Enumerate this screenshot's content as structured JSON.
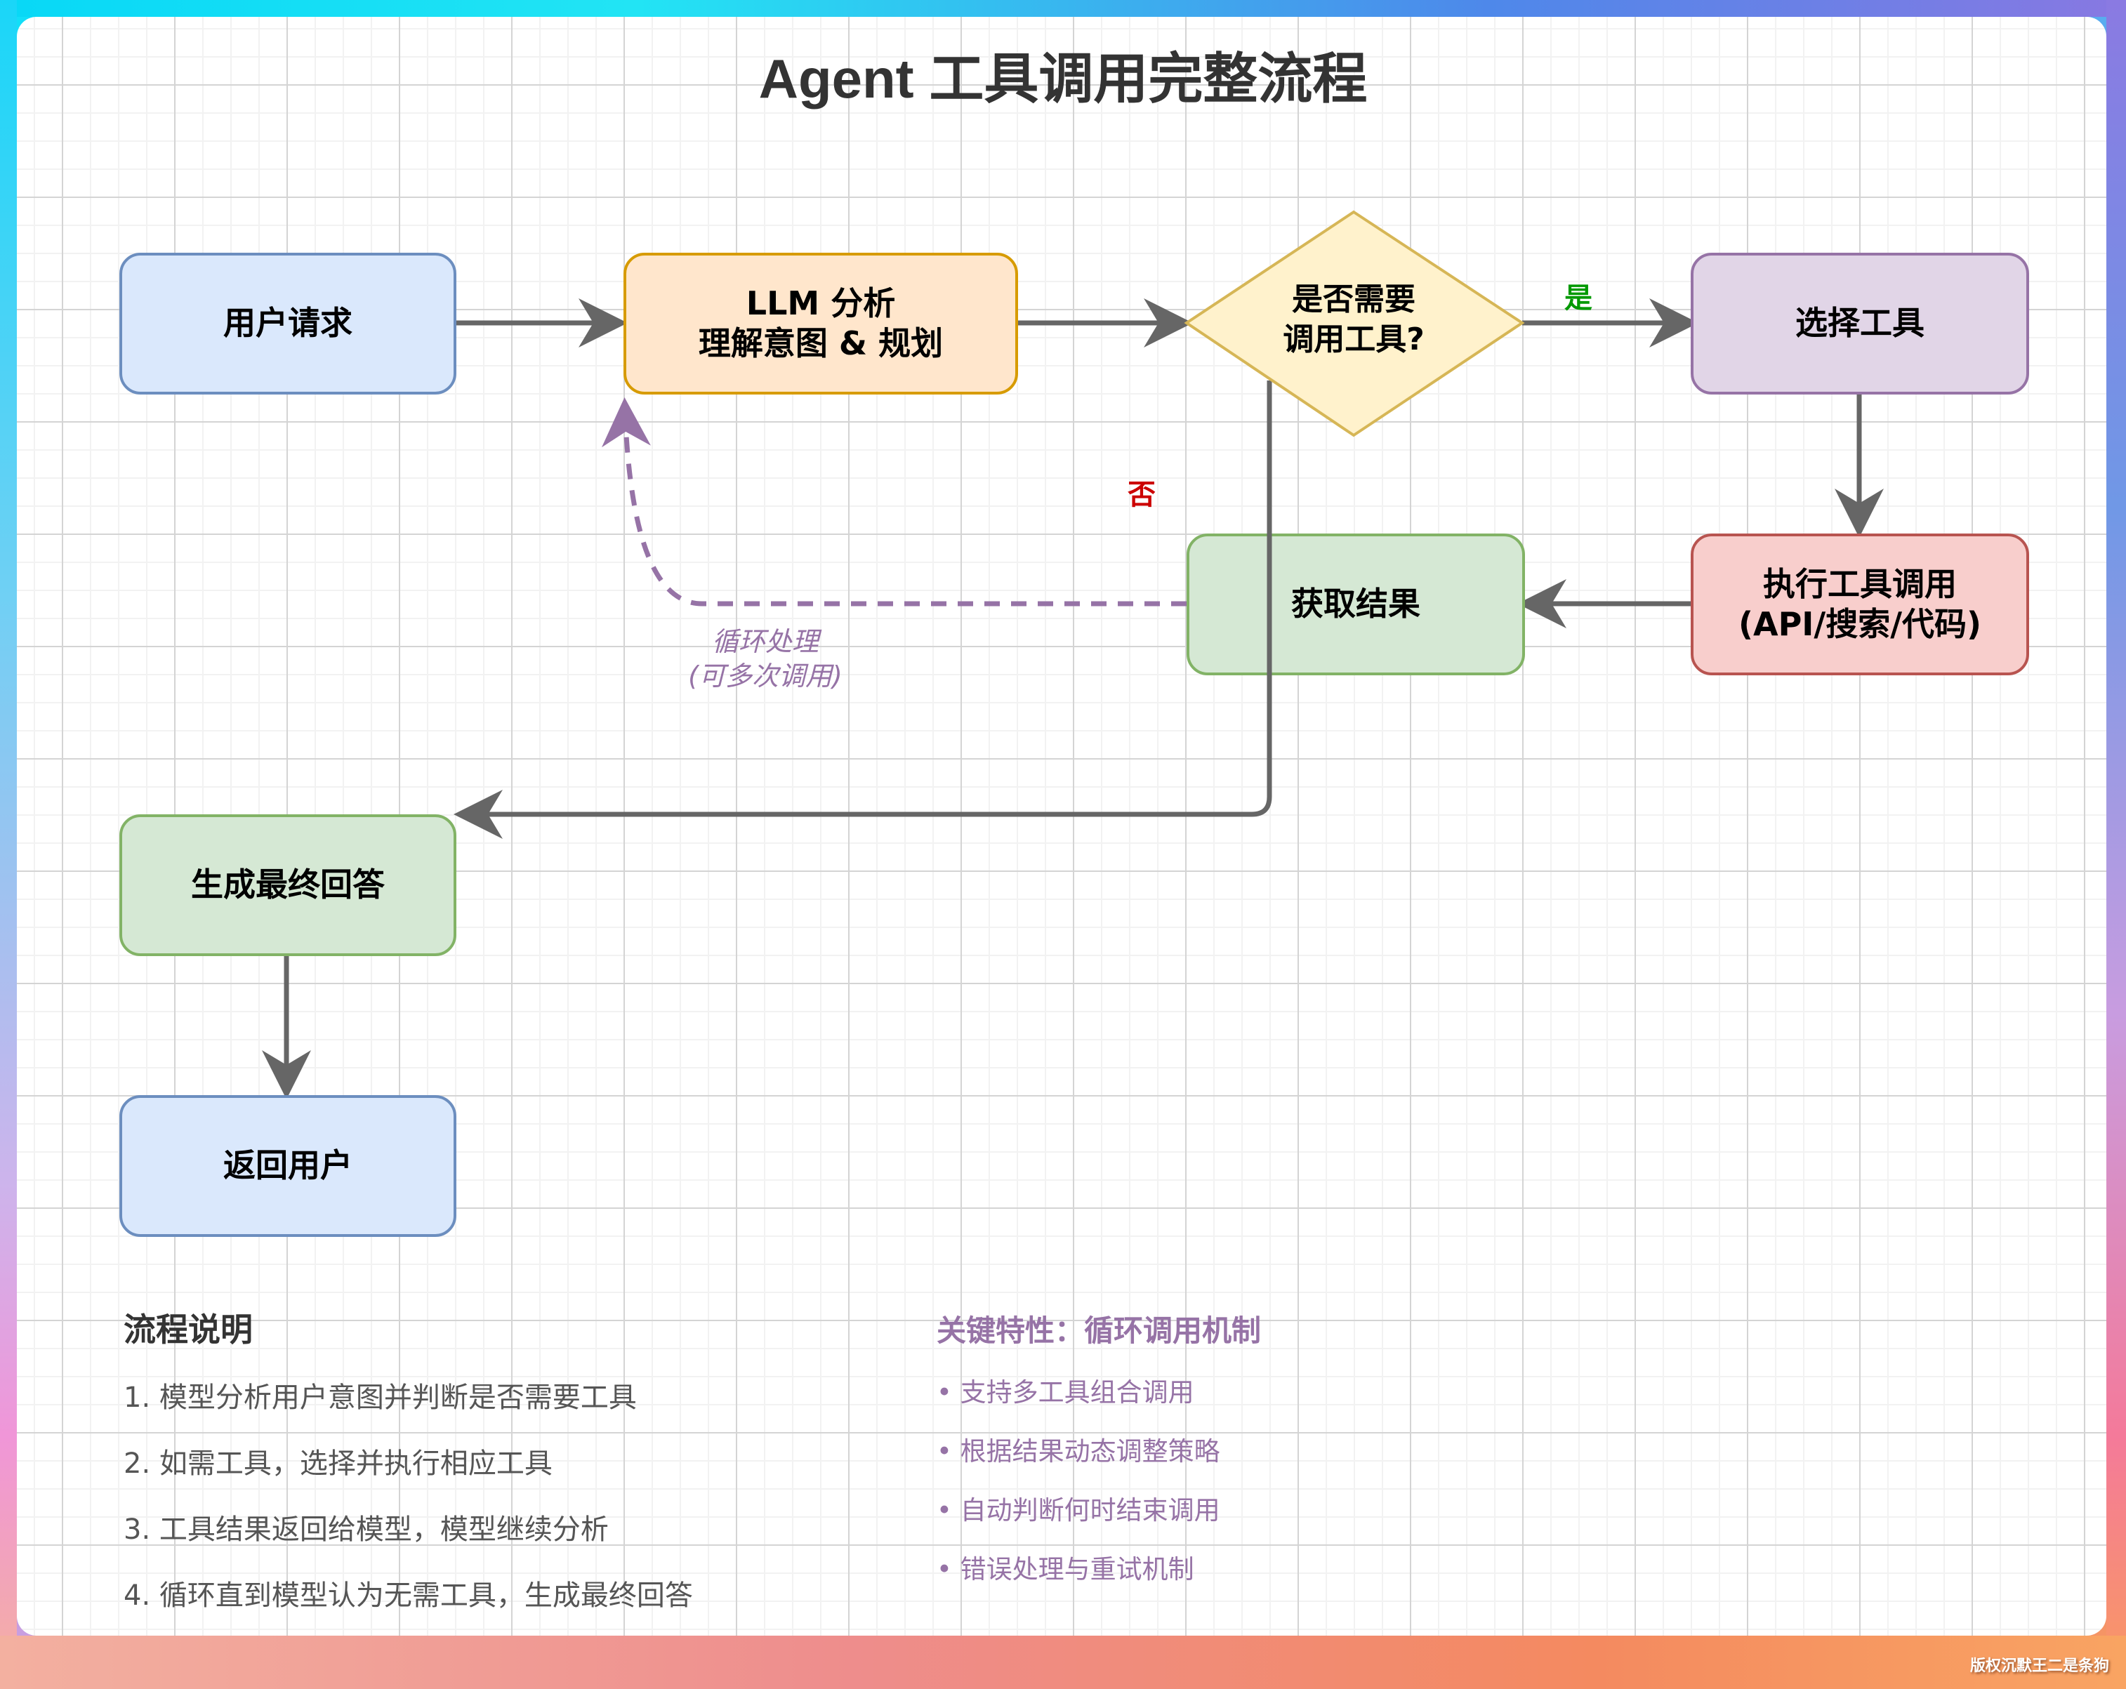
{
  "title": "Agent 工具调用完整流程",
  "colors": {
    "arrow": "#666666",
    "loop": "#9673a6",
    "yes": "#009900",
    "no": "#cc0000",
    "notes_text": "#555555",
    "features_text": "#9673a6"
  },
  "nodes": {
    "user_request": {
      "label": "用户请求",
      "fill": "#dae8fc",
      "stroke": "#6c8ebf"
    },
    "llm_analysis": {
      "label": "LLM 分析\n理解意图 & 规划",
      "fill": "#ffe6cc",
      "stroke": "#d79b00"
    },
    "decision": {
      "label": "是否需要\n调用工具?",
      "fill": "#fff2cc",
      "stroke": "#d6b656"
    },
    "select_tool": {
      "label": "选择工具",
      "fill": "#e1d5e7",
      "stroke": "#9673a6"
    },
    "execute_tool": {
      "label": "执行工具调用\n(API/搜索/代码)",
      "fill": "#f8cecc",
      "stroke": "#b85450"
    },
    "get_result": {
      "label": "获取结果",
      "fill": "#d5e8d4",
      "stroke": "#82b366"
    },
    "final_answer": {
      "label": "生成最终回答",
      "fill": "#d5e8d4",
      "stroke": "#82b366"
    },
    "return_user": {
      "label": "返回用户",
      "fill": "#dae8fc",
      "stroke": "#6c8ebf"
    }
  },
  "edge_labels": {
    "yes": "是",
    "no": "否",
    "loop": "循环处理\n(可多次调用)"
  },
  "edges": [
    {
      "from": "user_request",
      "to": "llm_analysis",
      "style": "solid"
    },
    {
      "from": "llm_analysis",
      "to": "decision",
      "style": "solid"
    },
    {
      "from": "decision",
      "to": "select_tool",
      "style": "solid",
      "label": "是"
    },
    {
      "from": "select_tool",
      "to": "execute_tool",
      "style": "solid"
    },
    {
      "from": "execute_tool",
      "to": "get_result",
      "style": "solid"
    },
    {
      "from": "get_result",
      "to": "llm_analysis",
      "style": "dashed",
      "label": "循环处理 (可多次调用)"
    },
    {
      "from": "decision",
      "to": "final_answer",
      "style": "solid",
      "label": "否"
    },
    {
      "from": "final_answer",
      "to": "return_user",
      "style": "solid"
    }
  ],
  "process_notes": {
    "heading": "流程说明",
    "items": [
      "1. 模型分析用户意图并判断是否需要工具",
      "2. 如需工具，选择并执行相应工具",
      "3. 工具结果返回给模型，模型继续分析",
      "4. 循环直到模型认为无需工具，生成最终回答"
    ]
  },
  "key_features": {
    "heading": "关键特性：循环调用机制",
    "items": [
      "• 支持多工具组合调用",
      "• 根据结果动态调整策略",
      "• 自动判断何时结束调用",
      "• 错误处理与重试机制"
    ]
  },
  "watermark": "版权沉默王二是条狗"
}
